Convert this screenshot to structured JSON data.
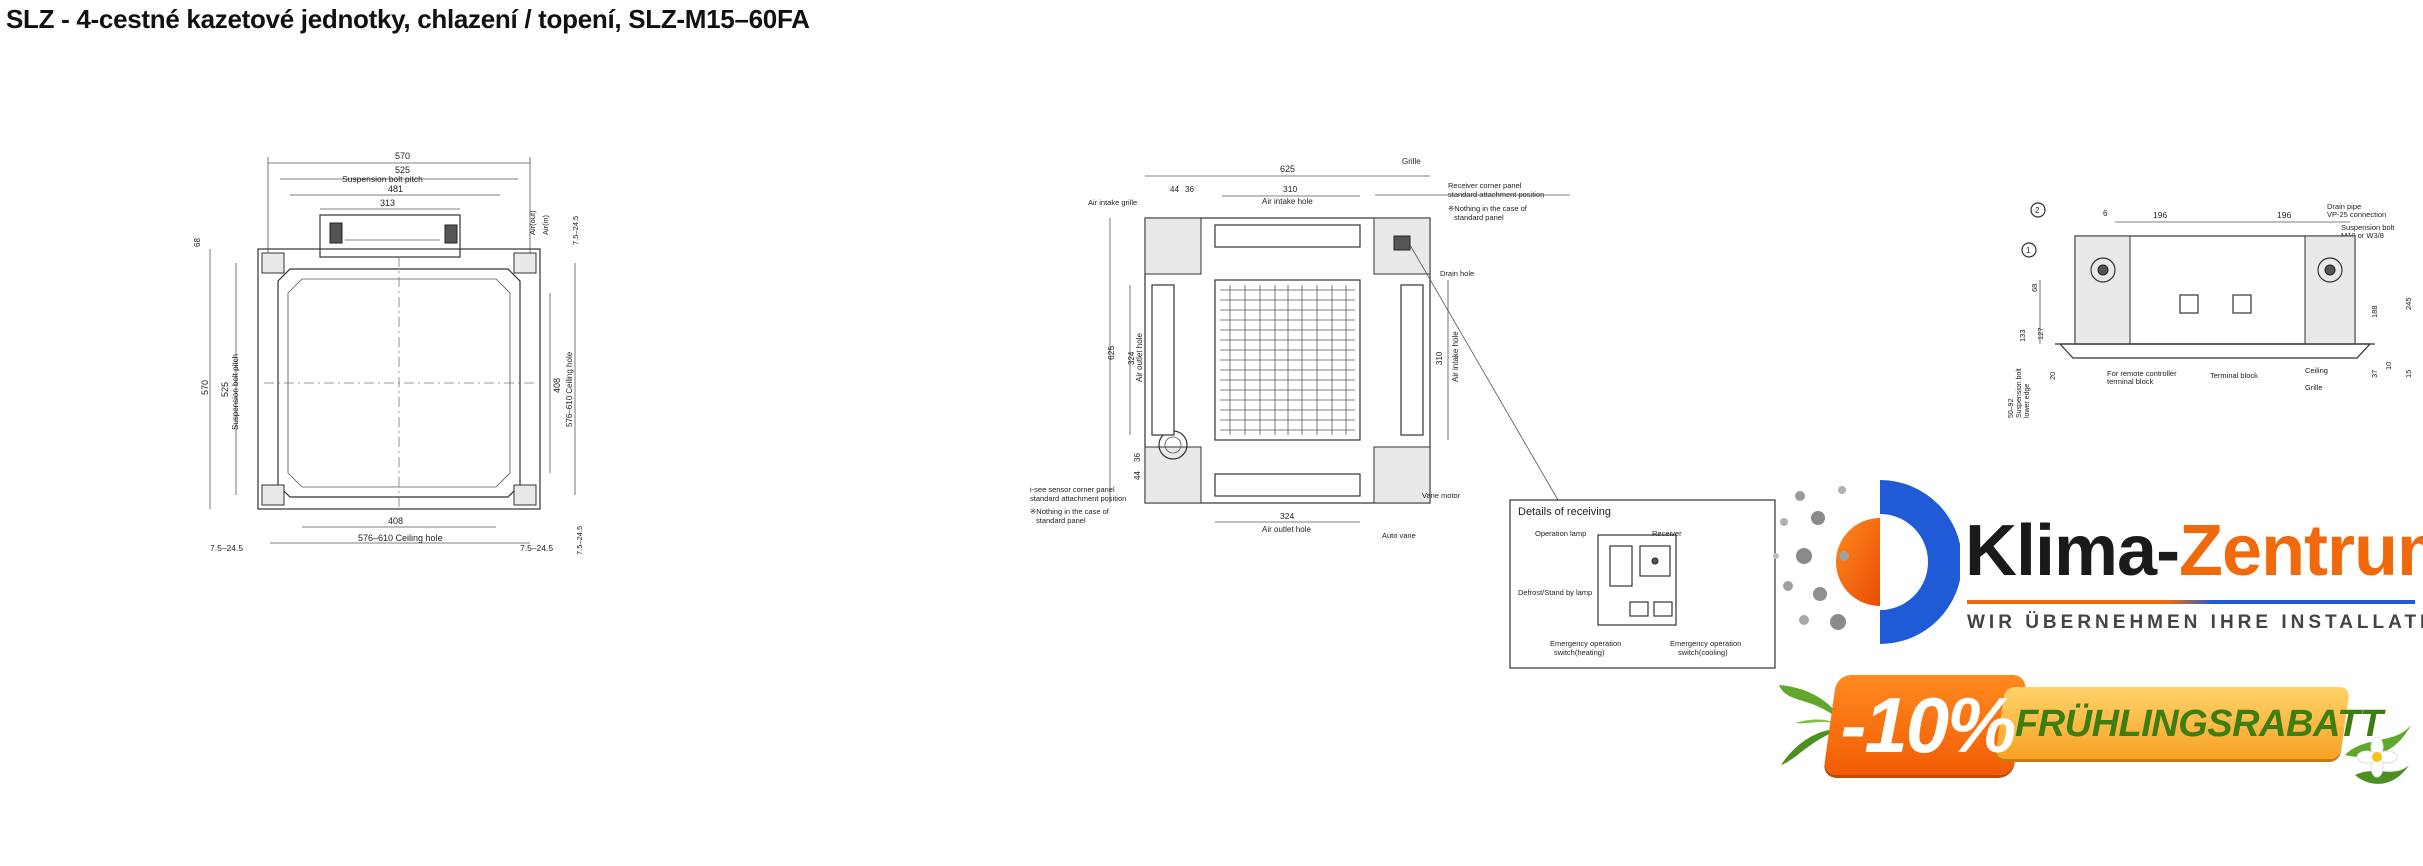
{
  "page": {
    "title": "SLZ - 4-cestné kazetové jednotky, chlazení / topení, SLZ-M15–60FA"
  },
  "drawing_left": {
    "dims": {
      "width_total": "570",
      "bolt_pitch": "525",
      "bolt_pitch_label": "Suspension bolt pitch",
      "inner1": "481",
      "inner2": "313",
      "top_side": "68",
      "right_a": "7.5–24.5",
      "air_outlet": "Air(out)",
      "air_in": "Air(in)",
      "left_total": "570",
      "left_pitch": "525",
      "left_pitch_label": "Suspension bolt pitch",
      "right_hole": "408",
      "right_hole_label": "576–610 Ceiling hole",
      "bottom_inner": "408",
      "bottom_hole": "576–610 Ceiling hole",
      "bottom_left": "7.5–24.5",
      "bottom_right": "7.5–24.5",
      "right_bottom": "7.5–24.5"
    }
  },
  "drawing_middle": {
    "labels": {
      "width": "625",
      "grille": "Grille",
      "receiver_panel": "Receiver corner panel",
      "receiver_panel2": "standard attachment position",
      "nothing1": "※Nothing in the case of",
      "nothing2": "standard panel",
      "air_intake_grille": "Air intake grille",
      "d44": "44",
      "d36": "36",
      "d310": "310",
      "air_intake_hole": "Air intake hole",
      "drain_hole": "Drain hole",
      "height": "625",
      "d324": "324",
      "air_outlet_hole_v": "Air outlet hole",
      "d310v": "310",
      "air_intake_hole_v": "Air intake hole",
      "d36b": "36",
      "d44b": "44",
      "d324b": "324",
      "air_outlet_hole": "Air outlet hole",
      "vane_motor": "Vane motor",
      "auto_vane": "Auto vane",
      "isee1": "i-see sensor corner panel",
      "isee2": "standard attachment position",
      "isee3": "※Nothing in the case of",
      "isee4": "standard panel"
    },
    "receiving": {
      "title": "Details of receiving",
      "operation_lamp": "Operation lamp",
      "receiver": "Receiver",
      "defrost": "Defrost/Stand by lamp",
      "emer_heat1": "Emergency operation",
      "emer_heat2": "switch(heating)",
      "emer_cool1": "Emergency operation",
      "emer_cool2": "switch(cooling)"
    }
  },
  "drawing_right": {
    "labels": {
      "c1": "1",
      "c2": "2",
      "d6": "6",
      "d196a": "196",
      "d196b": "196",
      "drain_pipe1": "Drain pipe",
      "drain_pipe2": "VP-25 connection",
      "susp1": "Suspension bolt",
      "susp2": "M10 or W3/8",
      "d68": "68",
      "d133": "133",
      "d127": "127",
      "d188": "188",
      "d245": "245",
      "d20": "20",
      "d37": "37",
      "d10": "10",
      "d15": "15",
      "remote1": "For remote controller",
      "remote2": "terminal block",
      "terminal": "Terminal block",
      "ceiling": "Ceiling",
      "grille": "Grille",
      "susp_lower1": "50–92",
      "susp_lower2": "Suspension bolt",
      "susp_lower3": "lower edge"
    }
  },
  "brand": {
    "name_part1": "Klima-",
    "name_part2": "Zentrum",
    "tagline": "WIR ÜBERNEHMEN IHRE INSTALLATION",
    "colors": {
      "orange": "#f06a0c",
      "blue": "#1f5bd6",
      "dark": "#1a1a1a"
    }
  },
  "promo": {
    "percent": "-10%",
    "text": "FRÜHLINGSRABATT",
    "colors": {
      "badge": "#f25c05",
      "band": "#f7a223",
      "text": "#3e7d12"
    }
  }
}
